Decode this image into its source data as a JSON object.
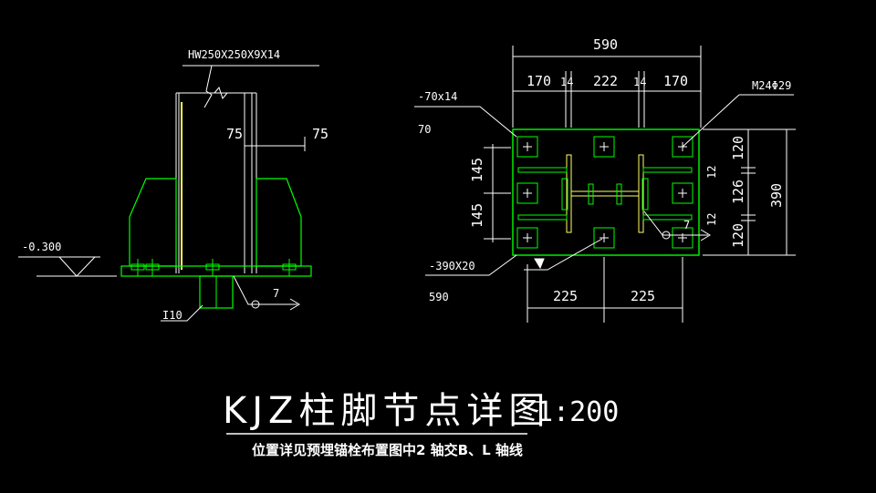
{
  "colors": {
    "background": "#000000",
    "outline": "#00ff00",
    "dimension": "#ffffff",
    "web": "#ffff66"
  },
  "left_view": {
    "section_label": "HW250X250X9X14",
    "dim_inner": "75",
    "dim_outer": "75",
    "elevation": "-0.300",
    "anchor_label": "I10",
    "weld_symbol": "7"
  },
  "right_view": {
    "top_total": "590",
    "top_parts": [
      "170",
      "14",
      "222",
      "14",
      "170"
    ],
    "bolt_label": "M24Φ29",
    "rib_label": "-70x14",
    "rib_sub": "70",
    "left_dims": [
      "145",
      "145"
    ],
    "right_dims": [
      "120",
      "12",
      "126",
      "12",
      "120"
    ],
    "right_total": "390",
    "plate_label": "-390X20",
    "plate_sub": "590",
    "bottom_dims": [
      "225",
      "225"
    ],
    "weld_symbol": "7"
  },
  "title": {
    "main": "KJZ柱脚节点详图",
    "scale": "1:200",
    "subtitle": "位置详见预埋锚栓布置图中2 轴交B、L 轴线"
  }
}
